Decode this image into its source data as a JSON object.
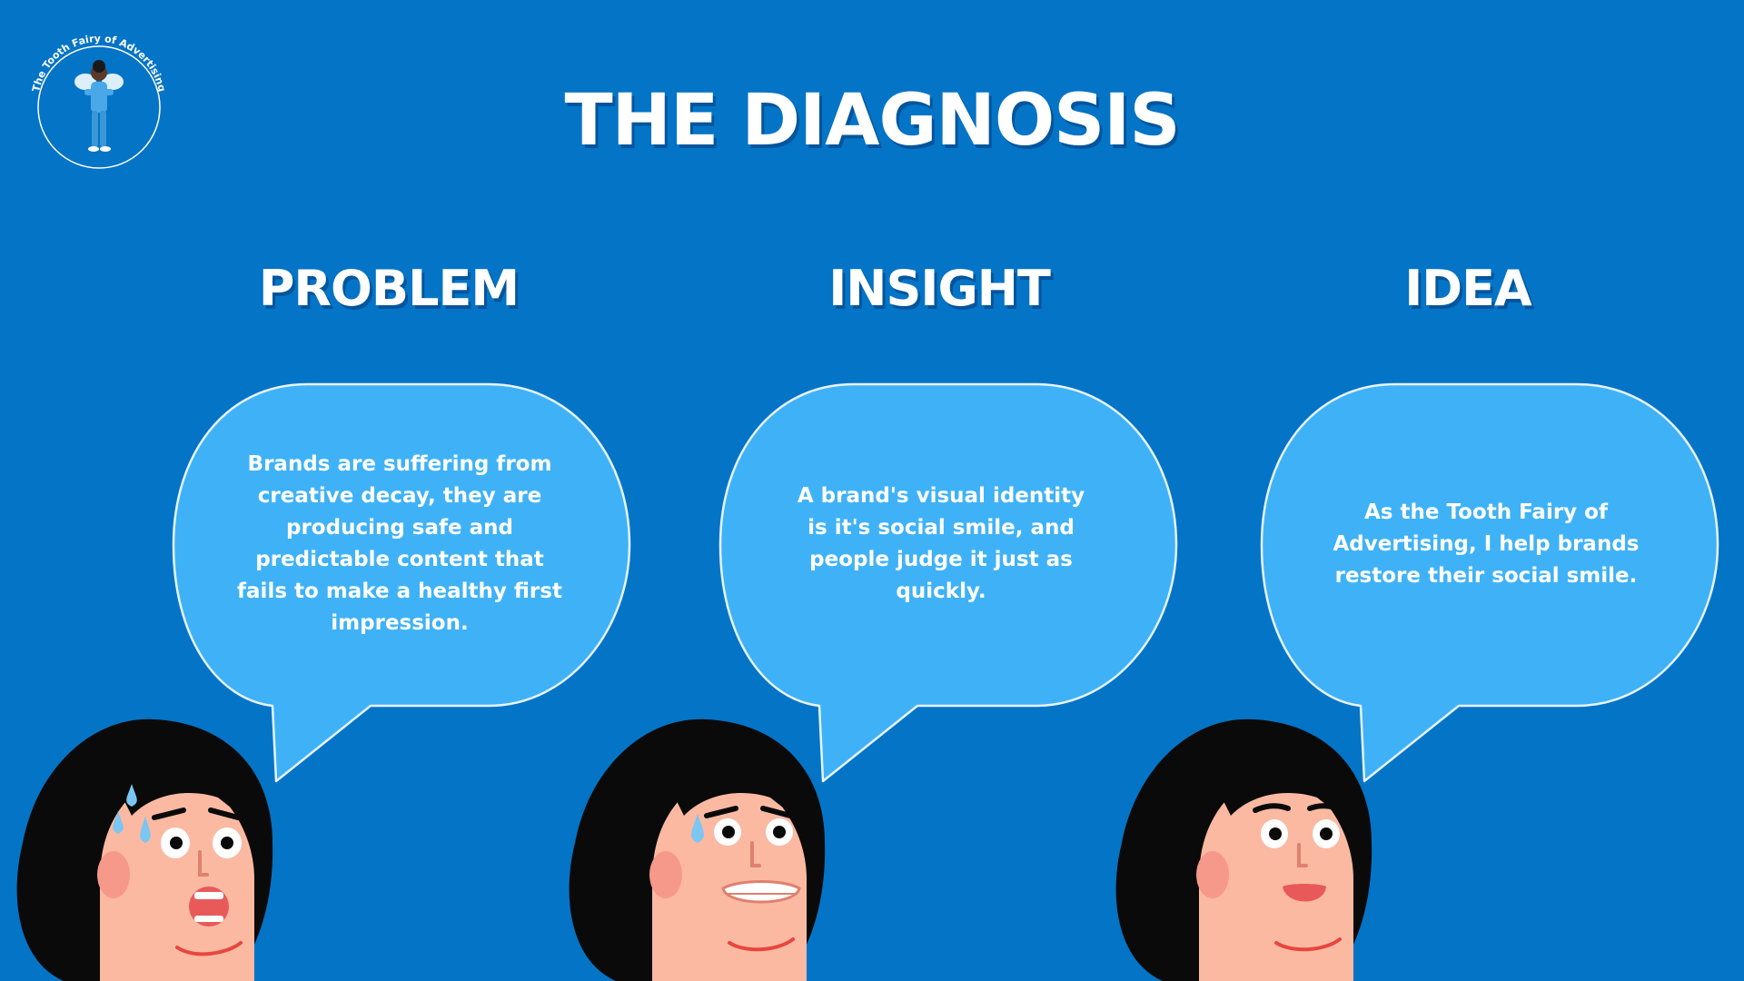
{
  "logo": {
    "arc_text": "The Tooth Fairy of Advertising"
  },
  "title": "THE DIAGNOSIS",
  "columns": [
    {
      "heading": "PROBLEM",
      "text": "Brands are suffering from creative decay, they are producing safe and predictable content that fails to make a healthy first impression.",
      "expression": "scared"
    },
    {
      "heading": "INSIGHT",
      "text": "A brand's visual identity is it's social smile, and people judge it just as quickly.",
      "expression": "nervous"
    },
    {
      "heading": "IDEA",
      "text": "As the Tooth Fairy of Advertising, I help brands restore their social smile.",
      "expression": "happy"
    }
  ],
  "colors": {
    "background": "#0474c6",
    "bubble_fill": "#3fb2f7",
    "bubble_stroke": "#e8f4ff",
    "hair": "#0a0a0a",
    "skin": "#fbb9a2",
    "tear": "#7cc6f2"
  }
}
